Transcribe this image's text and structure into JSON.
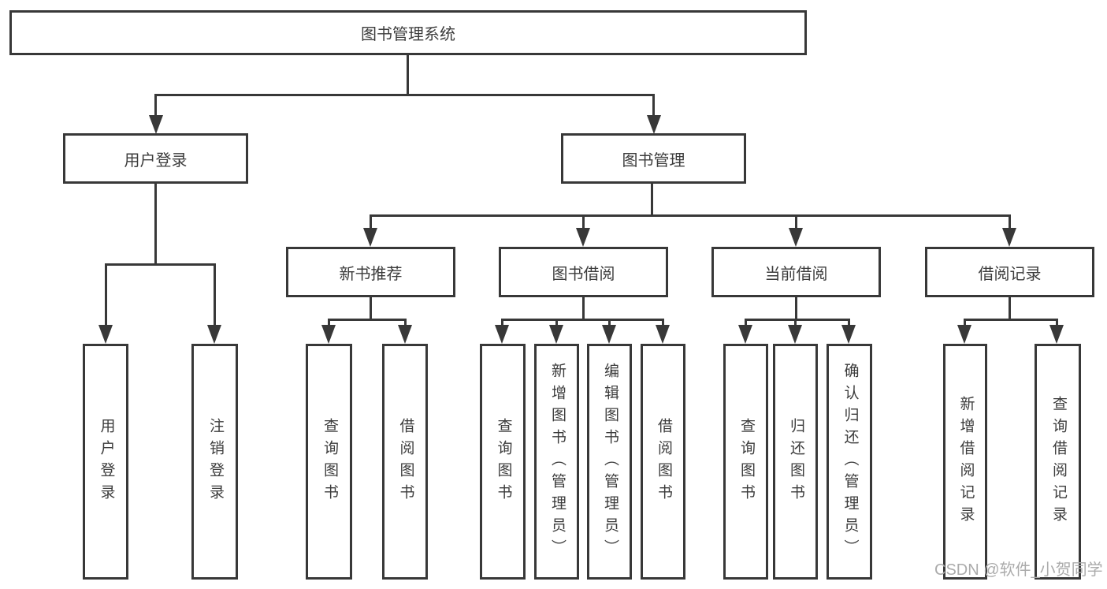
{
  "tree": {
    "label": "图书管理系统",
    "children": [
      {
        "label": "用户登录",
        "children": [
          {
            "label": "用户登录"
          },
          {
            "label": "注销登录"
          }
        ]
      },
      {
        "label": "图书管理",
        "children": [
          {
            "label": "新书推荐",
            "children": [
              {
                "label": "查询图书"
              },
              {
                "label": "借阅图书"
              }
            ]
          },
          {
            "label": "图书借阅",
            "children": [
              {
                "label": "查询图书"
              },
              {
                "label": "新增图书（管理员）"
              },
              {
                "label": "编辑图书（管理员）"
              },
              {
                "label": "借阅图书"
              }
            ]
          },
          {
            "label": "当前借阅",
            "children": [
              {
                "label": "查询图书"
              },
              {
                "label": "归还图书"
              },
              {
                "label": "确认归还（管理员）"
              }
            ]
          },
          {
            "label": "借阅记录",
            "children": [
              {
                "label": "新增借阅记录"
              },
              {
                "label": "查询借阅记录"
              }
            ]
          }
        ]
      }
    ]
  },
  "watermark": {
    "text": "CSDN @软件_小贺同学"
  },
  "colors": {
    "line": "#383838",
    "text": "#3c3c3c",
    "watermark": "#ababab",
    "background": "#ffffff"
  }
}
